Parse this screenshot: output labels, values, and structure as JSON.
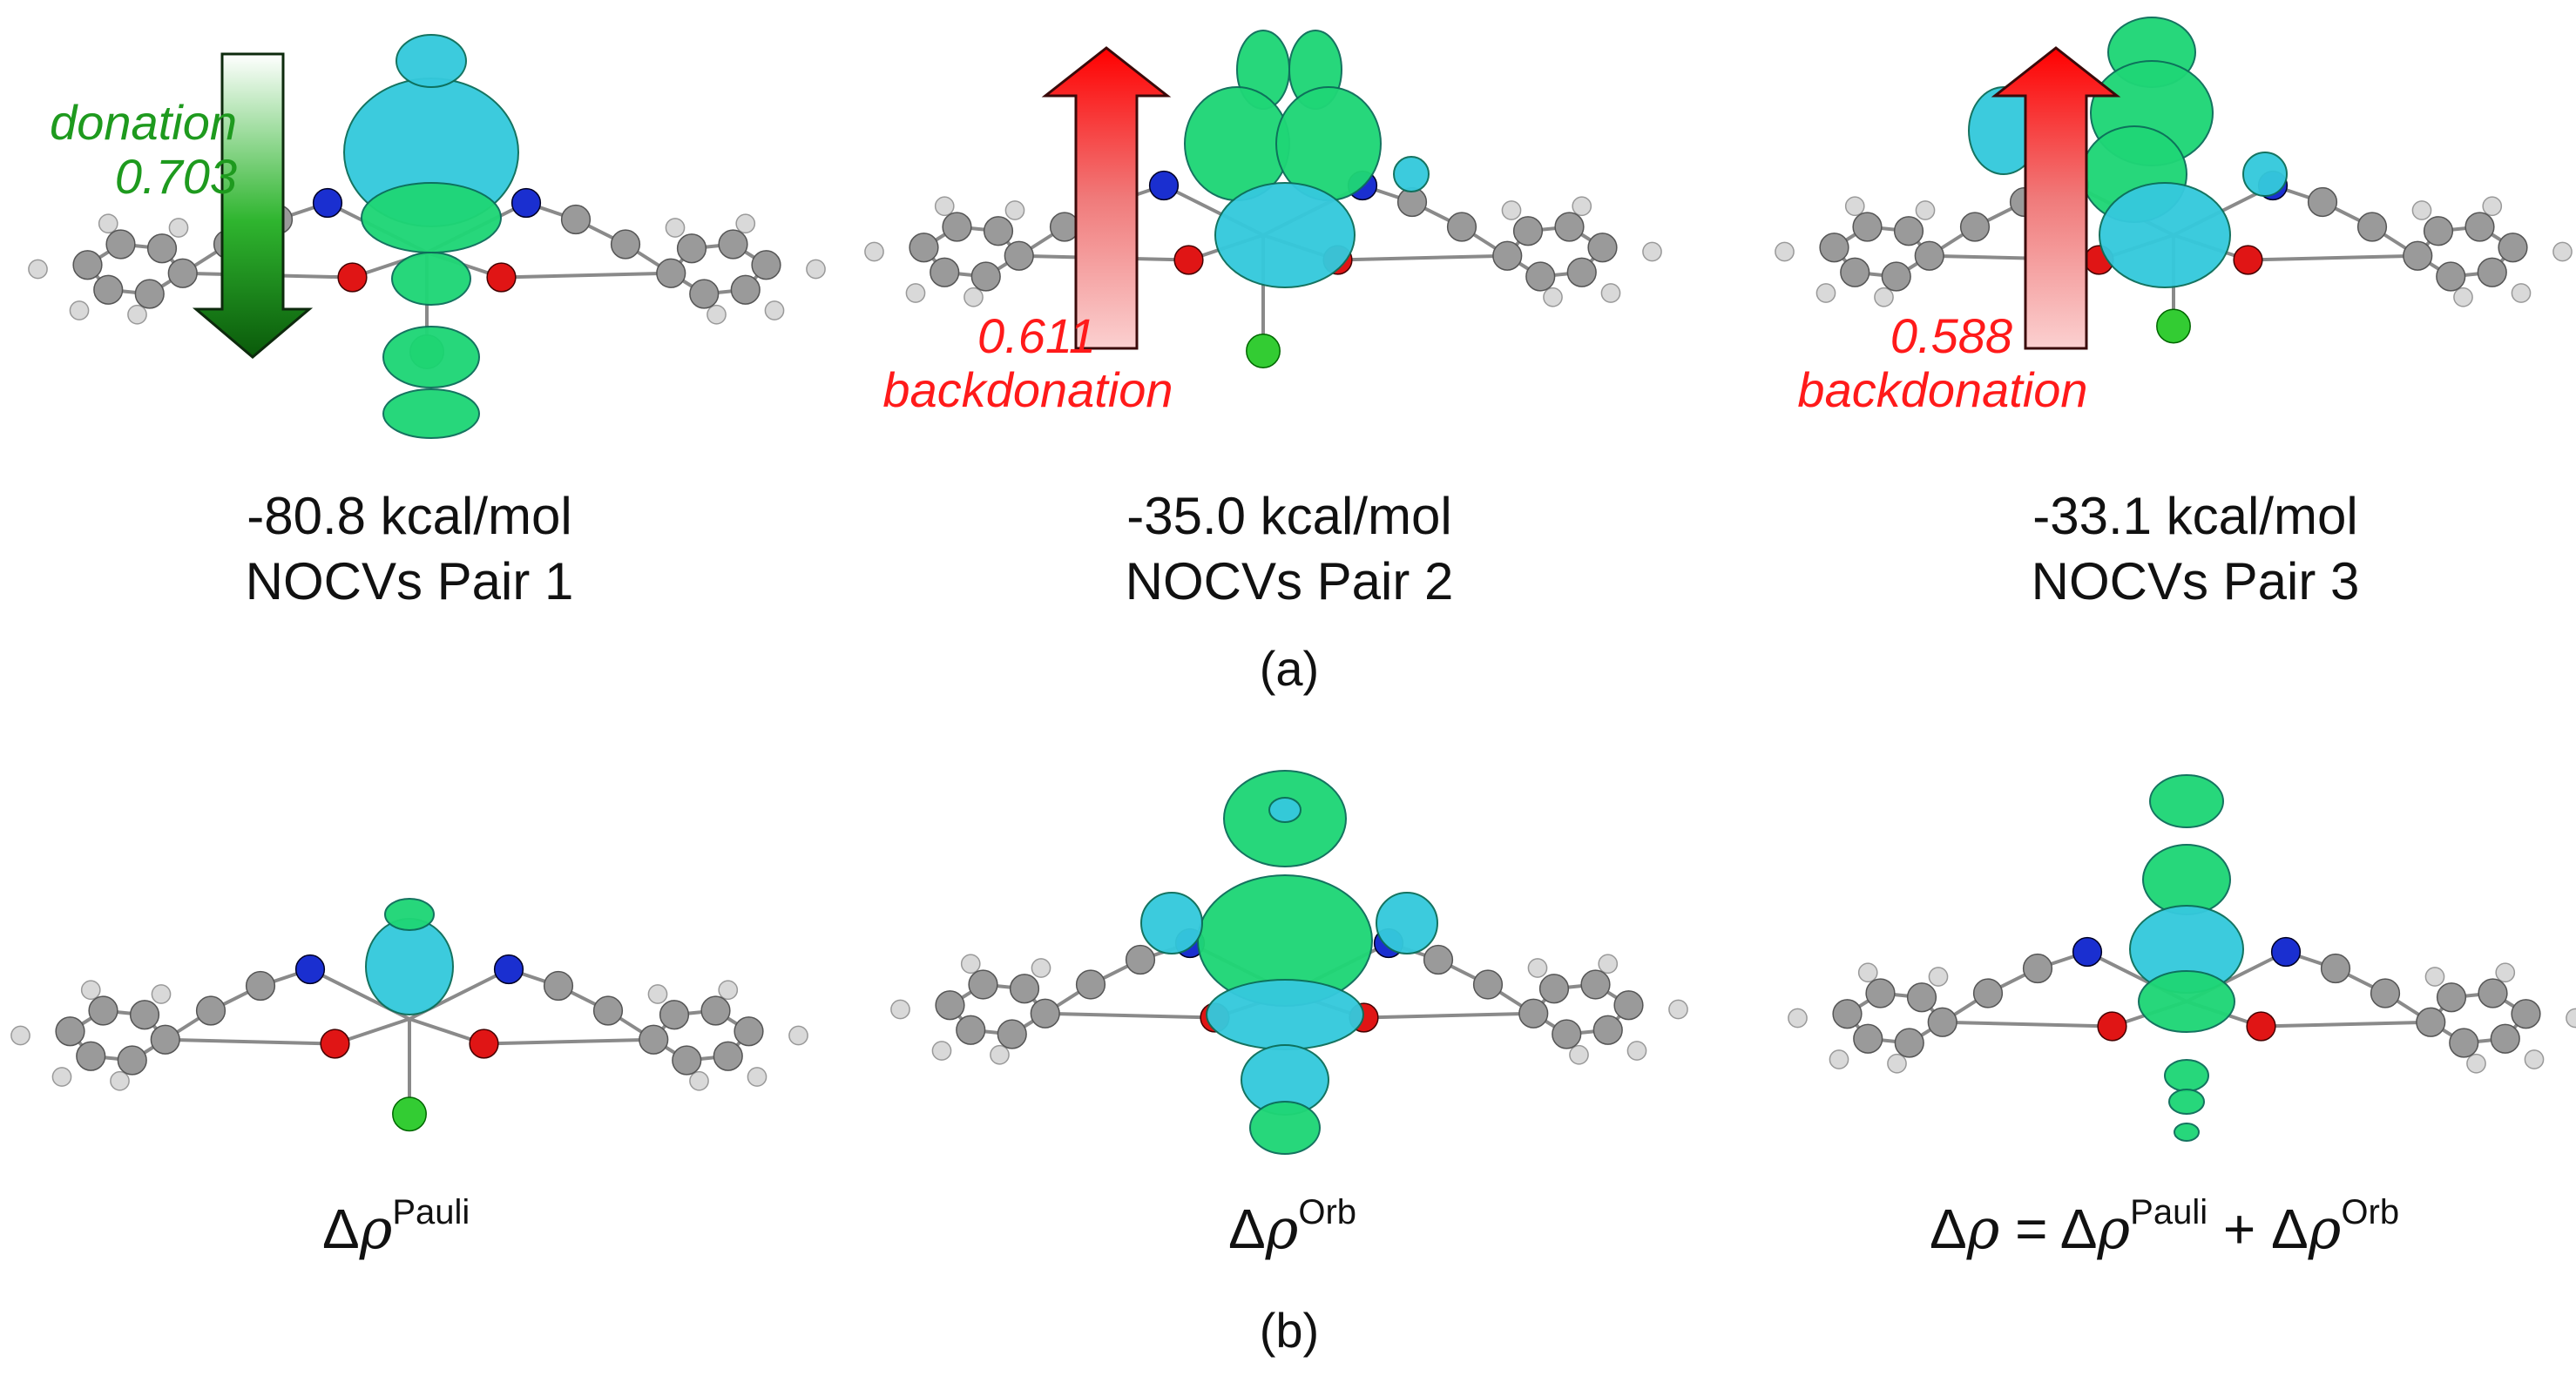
{
  "colors": {
    "iso_green": "#1fd676",
    "iso_cyan": "#35c9dc",
    "carbon": "#9a9a9a",
    "hydrogen": "#d9d9d9",
    "oxygen": "#e01515",
    "nitrogen": "#1a2fd0",
    "chlorine": "#33cc33",
    "donation_text": "#1e9a1e",
    "backdonation_text": "#ff1a1a"
  },
  "panel_a": {
    "label": "(a)",
    "pairs": [
      {
        "arrow_label_1": "donation",
        "arrow_label_2": "0.703",
        "energy": "-80.8 kcal/mol",
        "name": "NOCVs Pair 1"
      },
      {
        "arrow_label_1": "0.611",
        "arrow_label_2": "backdonation",
        "energy": "-35.0 kcal/mol",
        "name": "NOCVs Pair 2"
      },
      {
        "arrow_label_1": "0.588",
        "arrow_label_2": "backdonation",
        "energy": "-33.1 kcal/mol",
        "name": "NOCVs Pair 3"
      }
    ]
  },
  "panel_b": {
    "label": "(b)",
    "delta": "Δ",
    "rho": "ρ",
    "eq": " = ",
    "plus": " + ",
    "pauli": "Pauli",
    "orb": "Orb"
  }
}
